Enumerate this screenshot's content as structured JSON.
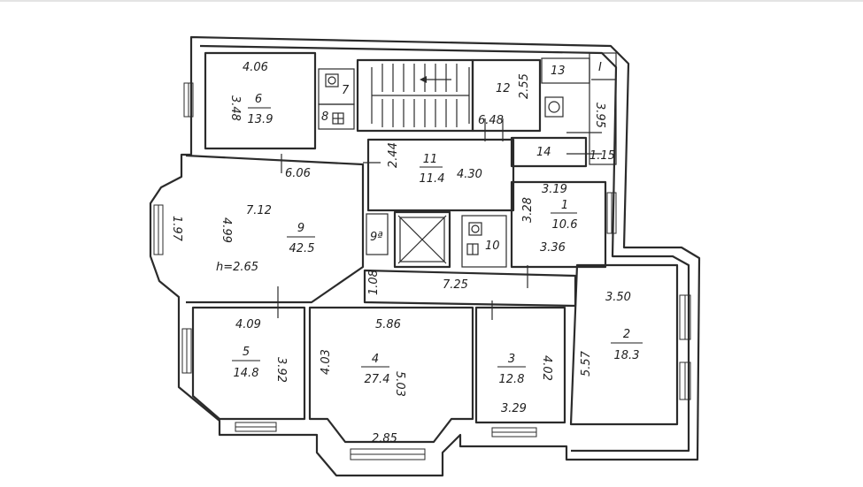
{
  "rooms": {
    "r1": {
      "num": "1",
      "area": "10.6"
    },
    "r2": {
      "num": "2",
      "area": "18.3"
    },
    "r3": {
      "num": "3",
      "area": "12.8"
    },
    "r4": {
      "num": "4",
      "area": "27.4"
    },
    "r5": {
      "num": "5",
      "area": "14.8"
    },
    "r6": {
      "num": "6",
      "area": "13.9"
    },
    "r7": {
      "num": "7"
    },
    "r8": {
      "num": "8"
    },
    "r9": {
      "num": "9",
      "area": "42.5"
    },
    "r9a": {
      "num": "9ª"
    },
    "r10": {
      "num": "10"
    },
    "r11": {
      "num": "11",
      "area": "11.4"
    },
    "r12": {
      "num": "12"
    },
    "r13": {
      "num": "13"
    },
    "r14": {
      "num": "14"
    },
    "rI": {
      "num": "I"
    }
  },
  "dims": {
    "d406": "4.06",
    "d348": "3.48",
    "d606": "6.06",
    "d712": "7.12",
    "d499": "4.99",
    "d197": "1.97",
    "height": "h=2.65",
    "d244": "2.44",
    "d430": "4.30",
    "d648": "6.48",
    "d255": "2.55",
    "d395": "3.95",
    "d115": "1.15",
    "d319": "3.19",
    "d328": "3.28",
    "d336": "3.36",
    "d725": "7.25",
    "d108": "1.08",
    "d350": "3.50",
    "d557": "5.57",
    "d409": "4.09",
    "d392": "3.92",
    "d586": "5.86",
    "d403": "4.03",
    "d503": "5.03",
    "d402": "4.02",
    "d329": "3.29",
    "d285": "2.85"
  }
}
